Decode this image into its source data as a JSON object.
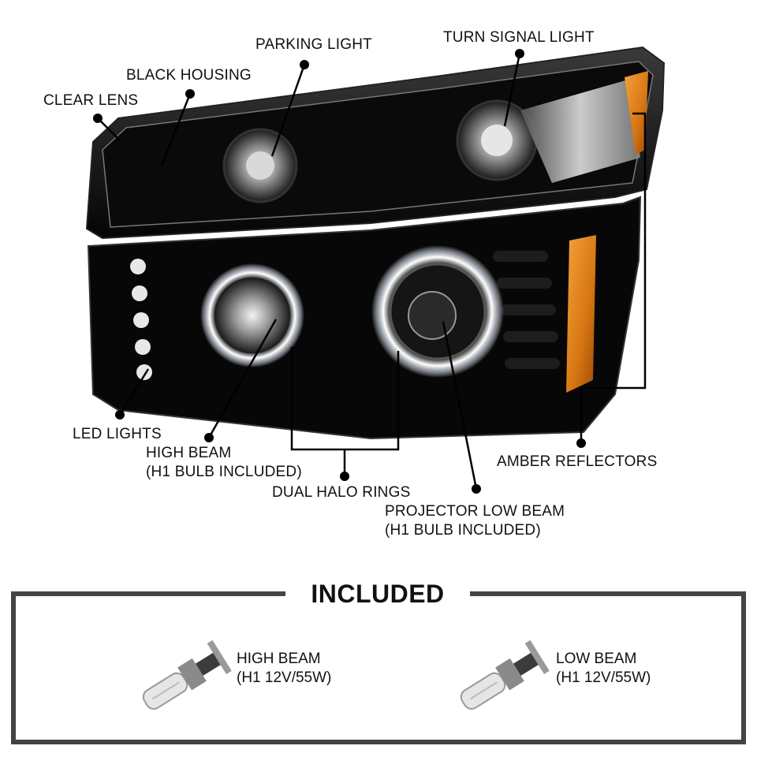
{
  "callouts": {
    "parking_light": "PARKING LIGHT",
    "turn_signal_light": "TURN SIGNAL LIGHT",
    "black_housing": "BLACK HOUSING",
    "clear_lens": "CLEAR LENS",
    "led_lights": "LED LIGHTS",
    "high_beam": {
      "line1": "HIGH BEAM",
      "line2": "(H1 BULB INCLUDED)"
    },
    "dual_halo_rings": "DUAL HALO RINGS",
    "projector_low_beam": {
      "line1": "PROJECTOR LOW BEAM",
      "line2": "(H1 BULB INCLUDED)"
    },
    "amber_reflectors": "AMBER REFLECTORS"
  },
  "included": {
    "title": "INCLUDED",
    "items": [
      {
        "line1": "HIGH BEAM",
        "line2": "(H1 12V/55W)"
      },
      {
        "line1": "LOW BEAM",
        "line2": "(H1 12V/55W)"
      }
    ]
  },
  "colors": {
    "housing": "#0d0d0d",
    "amber": "#e08a1a",
    "halo": "#ffffff",
    "frame": "#444444"
  }
}
